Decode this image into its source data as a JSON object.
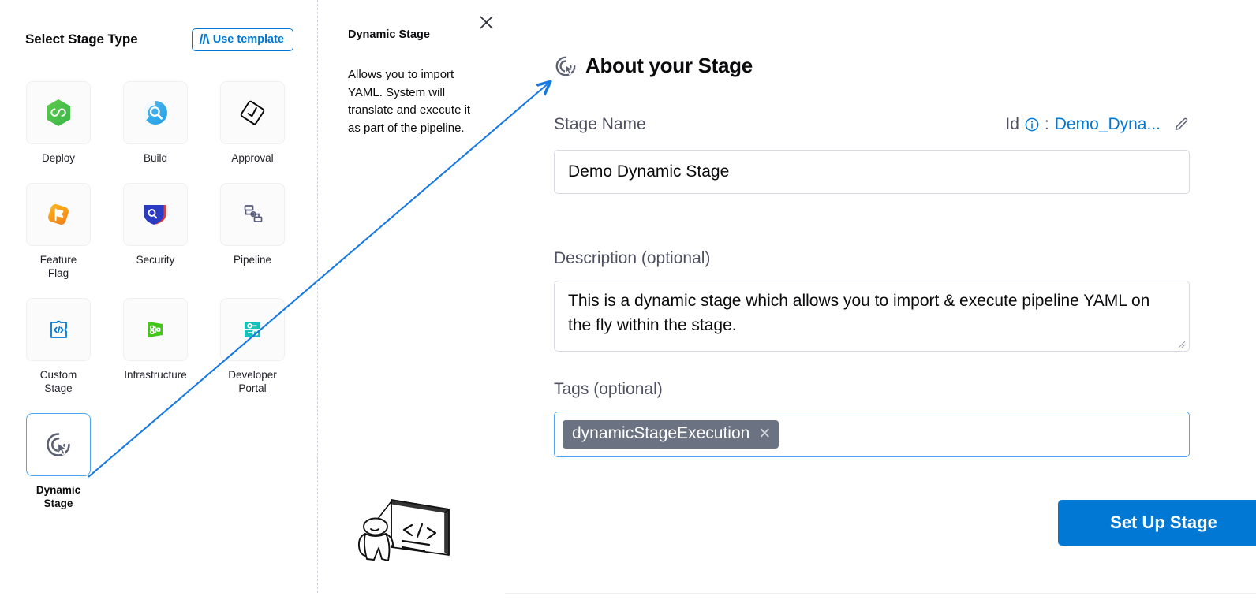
{
  "left_panel": {
    "title": "Select Stage Type",
    "use_template_label": "Use template",
    "stages": [
      {
        "label": "Deploy",
        "icon": "deploy-hexagon-icon",
        "selected": false
      },
      {
        "label": "Build",
        "icon": "build-magnifier-icon",
        "selected": false
      },
      {
        "label": "Approval",
        "icon": "approval-checkmark-icon",
        "selected": false
      },
      {
        "label": "Feature\nFlag",
        "icon": "feature-flag-icon",
        "selected": false
      },
      {
        "label": "Security",
        "icon": "security-shields-icon",
        "selected": false
      },
      {
        "label": "Pipeline",
        "icon": "pipeline-nodes-icon",
        "selected": false
      },
      {
        "label": "Custom\nStage",
        "icon": "custom-stage-code-icon",
        "selected": false
      },
      {
        "label": "Infrastructure",
        "icon": "infrastructure-icon",
        "selected": false
      },
      {
        "label": "Developer\nPortal",
        "icon": "developer-portal-icon",
        "selected": false
      },
      {
        "label": "Dynamic\nStage",
        "icon": "dynamic-stage-cursor-icon",
        "selected": true
      }
    ]
  },
  "middle_panel": {
    "title": "Dynamic Stage",
    "description": "Allows you to import YAML. System will translate and execute it as part of the pipeline.",
    "close_icon": "close-icon",
    "illustration": "person-presenting-code-board-illustration"
  },
  "right_panel": {
    "heading": "About your Stage",
    "heading_icon": "dynamic-stage-cursor-icon",
    "stage_name": {
      "label": "Stage Name",
      "value": "Demo Dynamic Stage",
      "placeholder": "Stage Name"
    },
    "id": {
      "label": "Id",
      "separator": ":",
      "value": "Demo_Dyna...",
      "info_icon": "info-circle-icon",
      "edit_icon": "pencil-edit-icon"
    },
    "description": {
      "label": "Description (optional)",
      "value": "This is a dynamic stage which allows you to import & execute pipeline YAML on the fly within the stage.",
      "placeholder": "Description"
    },
    "tags": {
      "label": "Tags (optional)",
      "chips": [
        "dynamicStageExecution"
      ],
      "remove_icon": "tag-remove-icon"
    },
    "submit_label": "Set Up Stage"
  },
  "annotation": {
    "arrow": "blue-arrow-from-dynamic-stage-card-to-about-heading"
  },
  "colors": {
    "accent_blue": "#0278d5",
    "focus_blue": "#4da7f5",
    "label_gray": "#4f5162",
    "chip_gray": "#6b7282",
    "border_gray": "#d9dae5",
    "card_bg": "#fbfbfc"
  }
}
